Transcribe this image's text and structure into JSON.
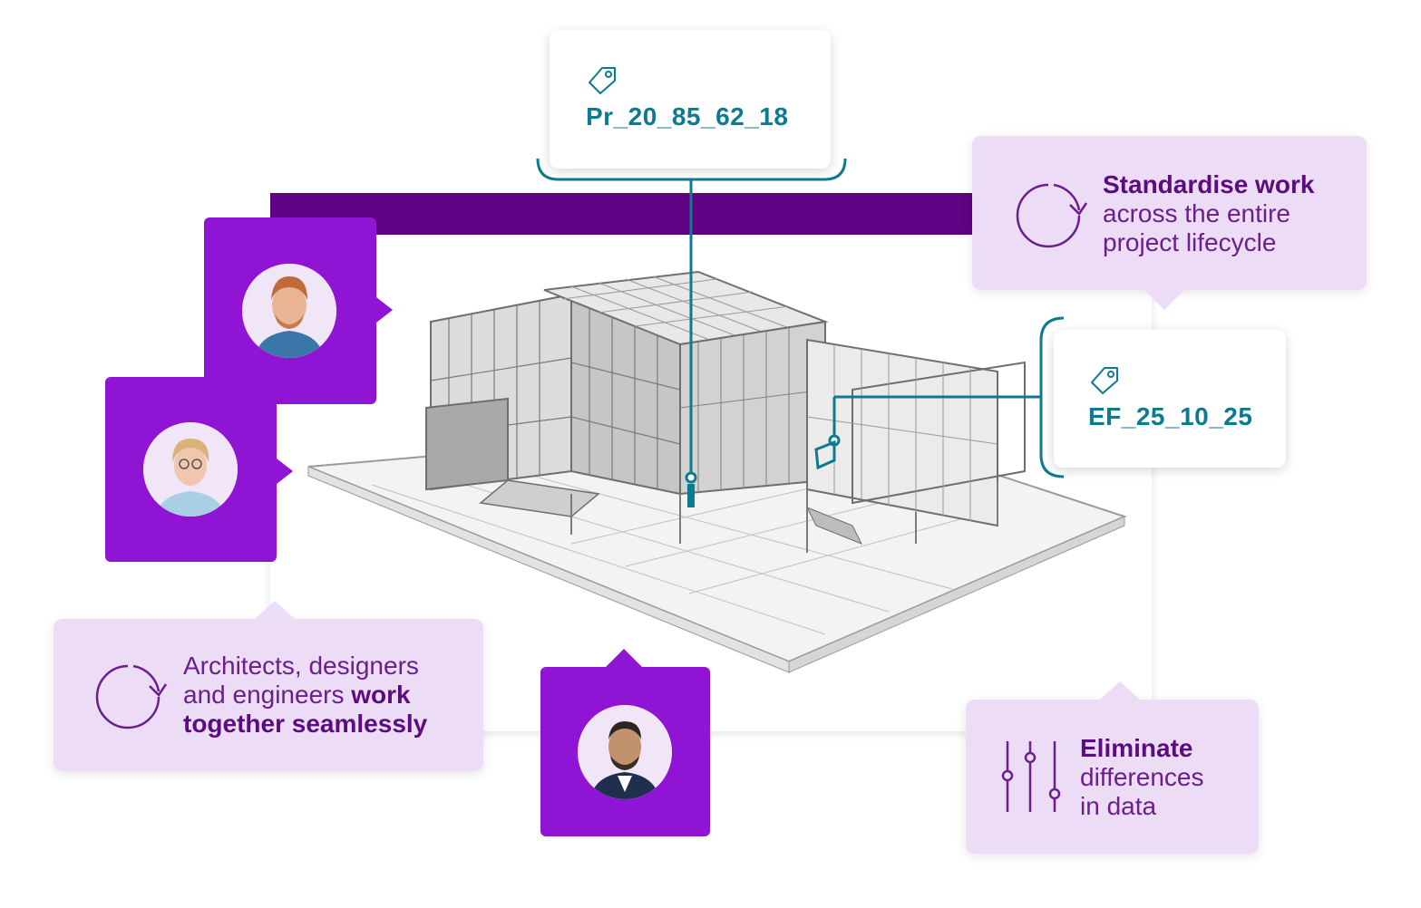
{
  "tags": {
    "top": {
      "label": "Pr_20_85_62_18",
      "icon": "tag-icon"
    },
    "right": {
      "label": "EF_25_10_25",
      "icon": "tag-icon"
    }
  },
  "info_standardise": {
    "bold": "Standardise work",
    "rest_1": "across the entire",
    "rest_2": "project lifecycle",
    "icon": "refresh-icon"
  },
  "info_collab": {
    "line_1": "Architects, designers",
    "line_2a": "and engineers ",
    "line_2b": "work",
    "line_3": "together seamlessly",
    "icon": "refresh-icon"
  },
  "info_eliminate": {
    "bold": "Eliminate",
    "rest_1": "differences",
    "rest_2": "in data",
    "icon": "sliders-icon"
  },
  "avatars": [
    "man-redhair-avatar",
    "woman-glasses-avatar",
    "man-beard-avatar"
  ],
  "colors": {
    "purple_dark": "#5f0384",
    "purple": "#8f14d3",
    "lilac": "#ecdcf5",
    "teal": "#0e7a90"
  }
}
